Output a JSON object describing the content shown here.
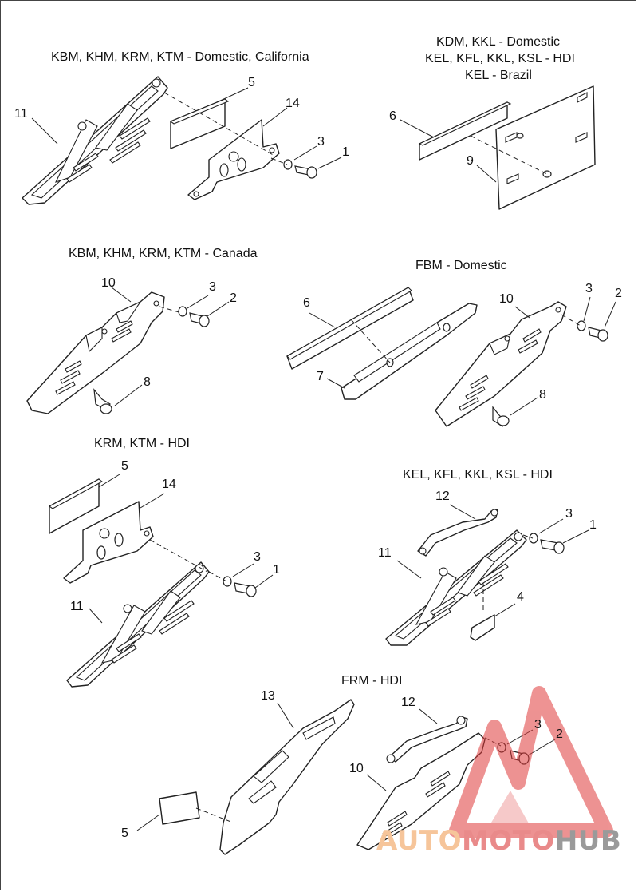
{
  "captions": {
    "top_left": "KBM, KHM, KRM, KTM - Domestic, California",
    "top_right": [
      "KDM, KKL - Domestic",
      "KEL, KFL, KKL, KSL - HDI",
      "KEL - Brazil"
    ],
    "mid_left": "KBM, KHM, KRM, KTM - Canada",
    "mid_right": "FBM - Domestic",
    "low_left": "KRM, KTM - HDI",
    "low_right": "KEL, KFL, KKL, KSL - HDI",
    "bottom": "FRM - HDI"
  },
  "callouts": {
    "g1": [
      "11",
      "5",
      "14",
      "3",
      "1"
    ],
    "g2": [
      "6",
      "9"
    ],
    "g3": [
      "10",
      "3",
      "2",
      "8"
    ],
    "g4": [
      "6",
      "10",
      "3",
      "2",
      "7",
      "8"
    ],
    "g5": [
      "5",
      "14",
      "3",
      "1",
      "11"
    ],
    "g6": [
      "12",
      "3",
      "1",
      "11",
      "4"
    ],
    "g7": [
      "13",
      "5",
      "12",
      "3",
      "2",
      "10"
    ]
  },
  "watermark": {
    "part1": "AUTO",
    "part2": "MOTO",
    "part3": "HUB",
    "logo_color": "#e03a3a"
  }
}
